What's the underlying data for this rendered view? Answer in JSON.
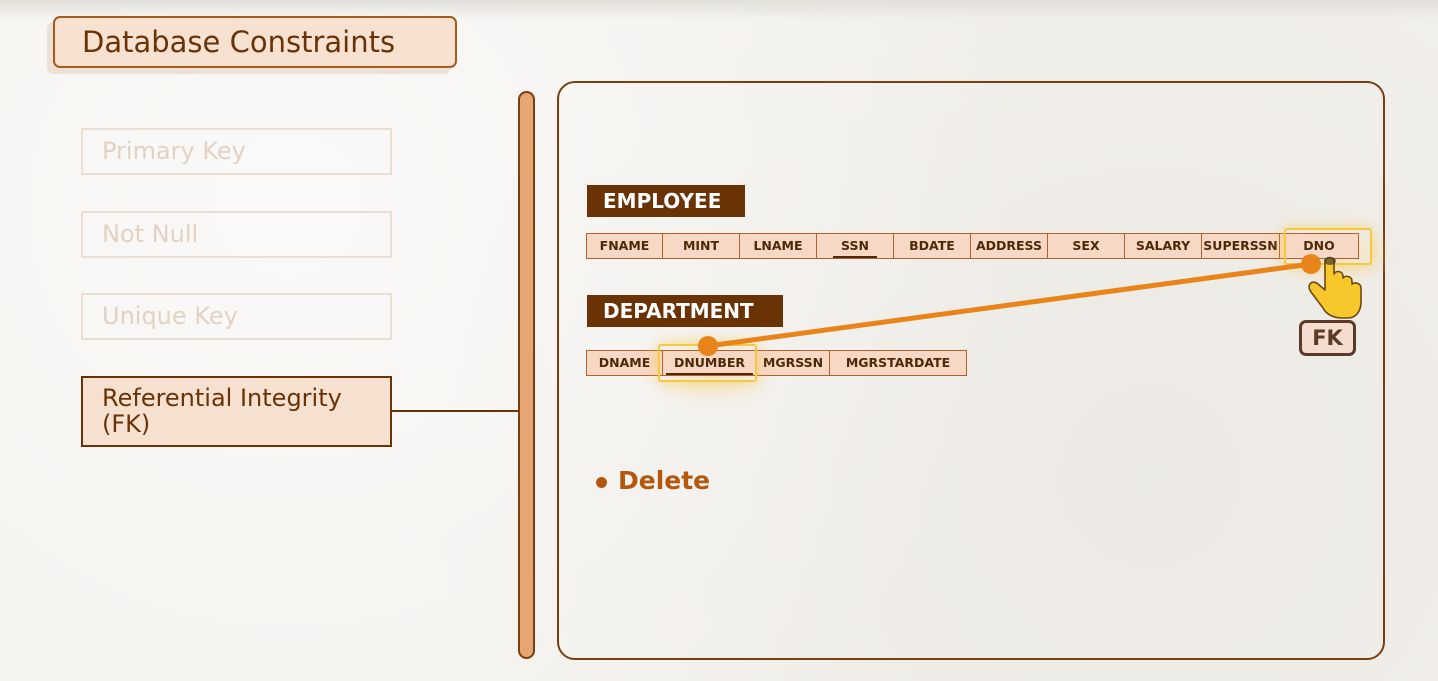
{
  "title": "Database Constraints",
  "nav": [
    {
      "label": "Primary Key",
      "active": false
    },
    {
      "label": "Not Null",
      "active": false
    },
    {
      "label": "Unique Key",
      "active": false
    },
    {
      "label": "Referential Integrity",
      "label_line2": "(FK)",
      "active": true
    }
  ],
  "employee": {
    "label": "EMPLOYEE",
    "columns": [
      "FNAME",
      "MINT",
      "LNAME",
      "SSN",
      "BDATE",
      "ADDRESS",
      "SEX",
      "SALARY",
      "SUPERSSN",
      "DNO"
    ],
    "primary_key": "SSN",
    "highlighted": "DNO"
  },
  "department": {
    "label": "DEPARTMENT",
    "columns": [
      "DNAME",
      "DNUMBER",
      "MGRSSN",
      "MGRSTARDATE"
    ],
    "primary_key": "DNUMBER",
    "highlighted": "DNUMBER"
  },
  "relationship": {
    "from": "EMPLOYEE.DNO",
    "to": "DEPARTMENT.DNUMBER"
  },
  "fk_badge": "FK",
  "bullet": "Delete",
  "colors": {
    "dark_brown": "#6a3306",
    "cell_fill": "#f6d8c4",
    "accent_orange": "#e8841a",
    "highlight_yellow": "#f5c842"
  }
}
